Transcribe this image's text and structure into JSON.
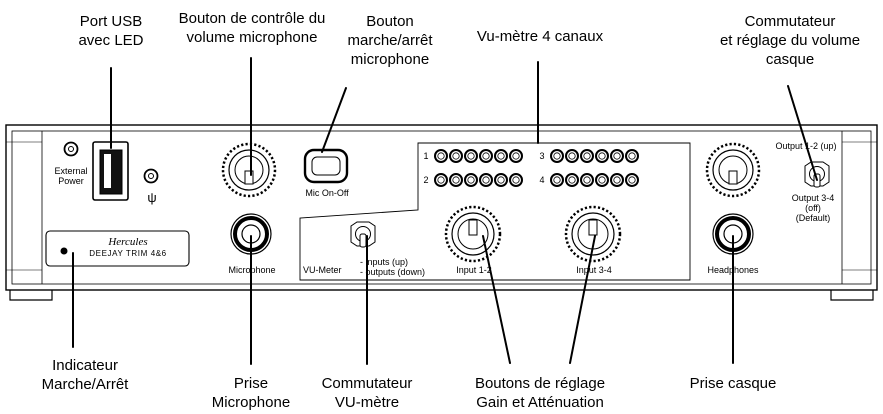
{
  "callouts": {
    "usb_port": [
      "Port USB",
      "avec LED"
    ],
    "mic_volume_knob": [
      "Bouton de contrôle du",
      "volume microphone"
    ],
    "mic_switch": [
      "Bouton",
      "marche/arrêt",
      "microphone"
    ],
    "vu_meter": [
      "Vu-mètre 4 canaux"
    ],
    "headphone_switch": [
      "Commutateur",
      "et réglage du volume",
      "casque"
    ],
    "power_indicator": [
      "Indicateur",
      "Marche/Arrêt"
    ],
    "mic_jack": [
      "Prise",
      "Microphone"
    ],
    "vu_switch": [
      "Commutateur",
      "VU-mètre"
    ],
    "gain_knobs": [
      "Boutons de réglage",
      "Gain et Atténuation"
    ],
    "headphone_jack": [
      "Prise casque"
    ]
  },
  "panel": {
    "external_power": [
      "External",
      "Power"
    ],
    "usb_symbol": "ψ",
    "brand": "Hercules",
    "model": "DEEJAY TRIM 4&6",
    "mic_on_off": "Mic On-Off",
    "microphone": "Microphone",
    "vu_meter": "VU-Meter",
    "vu_switch_modes": [
      "- inputs (up)",
      "- outputs (down)"
    ],
    "input_1_2": "Input 1-2",
    "input_3_4": "Input 3-4",
    "headphones": "Headphones",
    "output_1_2": "Output 1-2 (up)",
    "output_3_4": [
      "Output 3-4",
      "(off)",
      "(Default)"
    ],
    "channel_numbers": [
      "1",
      "2",
      "3",
      "4"
    ]
  }
}
